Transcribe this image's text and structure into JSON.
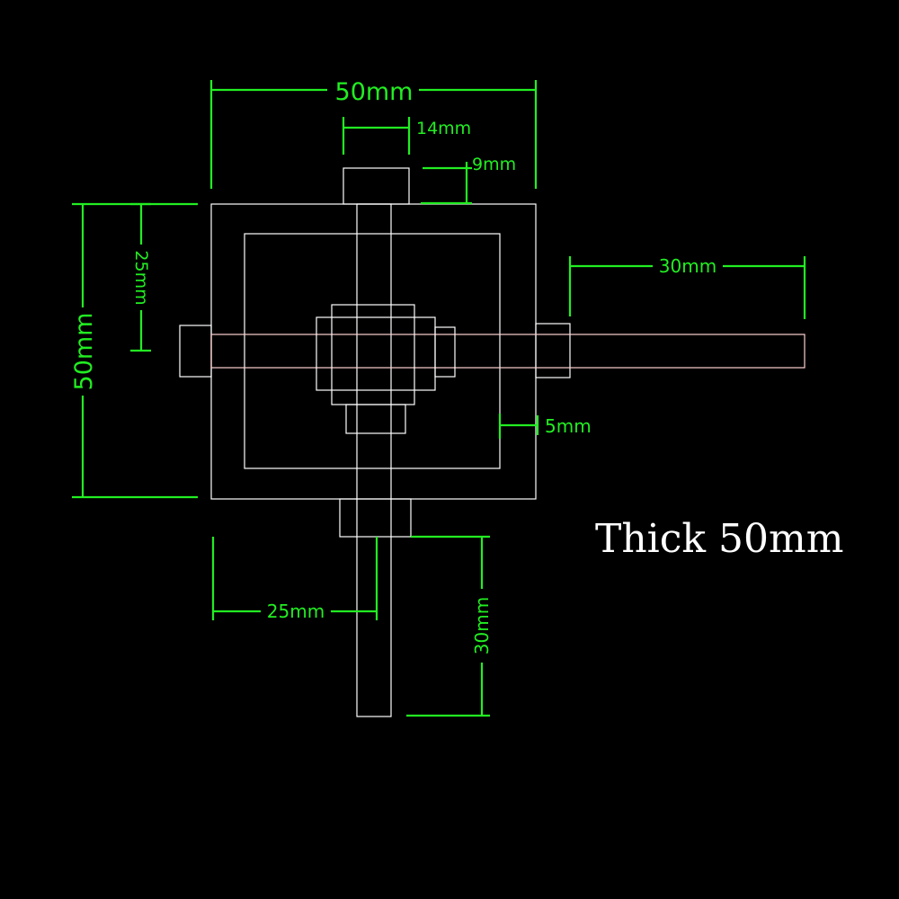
{
  "note": "Thick 50mm",
  "dimensions": {
    "top_width": "50mm",
    "top_cap_width": "14mm",
    "top_cap_height": "9mm",
    "left_height": "50mm",
    "left_inner": "25mm",
    "right_shaft": "30mm",
    "inner_gap": "5mm",
    "bottom_offset": "25mm",
    "bottom_shaft": "30mm"
  },
  "colors": {
    "background": "#000000",
    "part_lines": "#ffffff",
    "dimension_lines": "#22ee22",
    "note_text": "#ffffff"
  }
}
